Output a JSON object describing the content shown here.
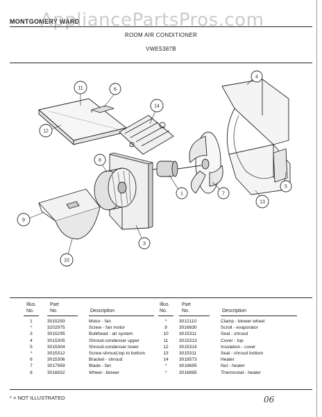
{
  "header": {
    "brand": "MONTGOMERY WARD",
    "watermark": "AppliancePartsPros.com",
    "title": "ROOM AIR CONDITIONER",
    "model": "VWE5387B"
  },
  "callouts": [
    "1",
    "3",
    "4",
    "5",
    "6",
    "7",
    "8",
    "9",
    "10",
    "11",
    "12",
    "13",
    "14"
  ],
  "table": {
    "headers": {
      "item_no": "Illus.\nNo.",
      "part_no": "Part\nNo.",
      "description": "Description"
    },
    "left": [
      {
        "item": "1",
        "part": "3015293",
        "desc": "Motor - fan"
      },
      {
        "item": "*",
        "part": "3202975",
        "desc": "Screw - fan motor"
      },
      {
        "item": "3",
        "part": "3015295",
        "desc": "Bulkhead - air system"
      },
      {
        "item": "4",
        "part": "3015305",
        "desc": "Shroud-condenser upper"
      },
      {
        "item": "5",
        "part": "3015304",
        "desc": "Shroud-condenser lower"
      },
      {
        "item": "*",
        "part": "3015312",
        "desc": "Screw-shroud,top to bottom"
      },
      {
        "item": "6",
        "part": "3015306",
        "desc": "Bracket - shroud"
      },
      {
        "item": "7",
        "part": "3017959",
        "desc": "Blade - fan"
      },
      {
        "item": "8",
        "part": "3016832",
        "desc": "Wheel - blower"
      }
    ],
    "right": [
      {
        "item": "*",
        "part": "3012110",
        "desc": "Clamp - blower wheel"
      },
      {
        "item": "9",
        "part": "3016830",
        "desc": "Scroll - evaporator"
      },
      {
        "item": "10",
        "part": "3015311",
        "desc": "Seal - shroud"
      },
      {
        "item": "11",
        "part": "3015313",
        "desc": "Cover - top"
      },
      {
        "item": "12",
        "part": "3015314",
        "desc": "Insulation - cover"
      },
      {
        "item": "13",
        "part": "3015311",
        "desc": "Seal - shroud bottom"
      },
      {
        "item": "14",
        "part": "3018573",
        "desc": "Heater"
      },
      {
        "item": "*",
        "part": "3018695",
        "desc": "Nut - heater"
      },
      {
        "item": "*",
        "part": "3016865",
        "desc": "Thermostat - heater"
      }
    ]
  },
  "footer": {
    "note": "* = NOT ILLUSTRATED",
    "handwritten": "06"
  }
}
